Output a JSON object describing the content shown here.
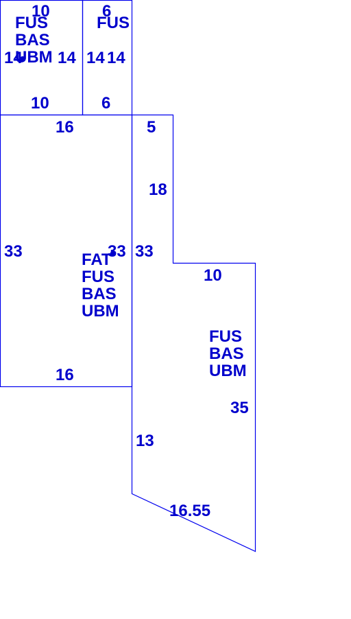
{
  "sketch": {
    "line_color": "#0000ee",
    "text_color": "#0000cc",
    "areas": [
      {
        "id": "area-a",
        "codes": [
          "FUS",
          "BAS",
          "UBM"
        ],
        "dimensions": [
          "10",
          "14",
          "10",
          "14"
        ]
      },
      {
        "id": "area-b",
        "codes": [
          "FUS"
        ],
        "dimensions": [
          "6",
          "14",
          "6",
          "14"
        ]
      },
      {
        "id": "area-c",
        "codes": [
          "FAT",
          "FUS",
          "BAS",
          "UBM"
        ],
        "dimensions": [
          "16",
          "33",
          "16",
          "33"
        ]
      },
      {
        "id": "area-d",
        "codes": [
          "FUS",
          "BAS",
          "UBM"
        ],
        "dimensions": [
          "5",
          "18",
          "33",
          "10",
          "35",
          "13",
          "16.55"
        ]
      }
    ]
  }
}
